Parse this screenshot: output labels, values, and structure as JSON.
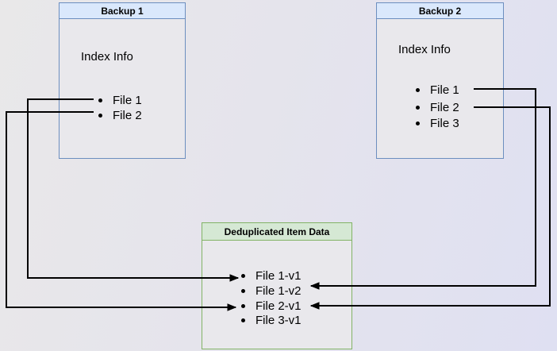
{
  "backup1": {
    "title": "Backup 1",
    "subtitle": "Index Info",
    "items": [
      "File 1",
      "File 2"
    ]
  },
  "backup2": {
    "title": "Backup 2",
    "subtitle": "Index Info",
    "items": [
      "File 1",
      "File 2",
      "File 3"
    ]
  },
  "dedup": {
    "title": "Deduplicated Item Data",
    "items": [
      "File 1-v1",
      "File 1-v2",
      "File 2-v1",
      "File 3-v1"
    ]
  },
  "connectors": [
    {
      "from": "Backup 1 / File 1",
      "to": "File 1-v1"
    },
    {
      "from": "Backup 1 / File 2",
      "to": "File 2-v1"
    },
    {
      "from": "Backup 2 / File 1",
      "to": "File 1-v2"
    },
    {
      "from": "Backup 2 / File 2",
      "to": "File 2-v1"
    }
  ],
  "colors": {
    "blue_header_fill": "#dae8fc",
    "blue_border": "#6c8ebf",
    "green_header_fill": "#d5e8d4",
    "green_border": "#82b366",
    "box_body_fill": "#e9e8ec",
    "arrow": "#000000"
  }
}
